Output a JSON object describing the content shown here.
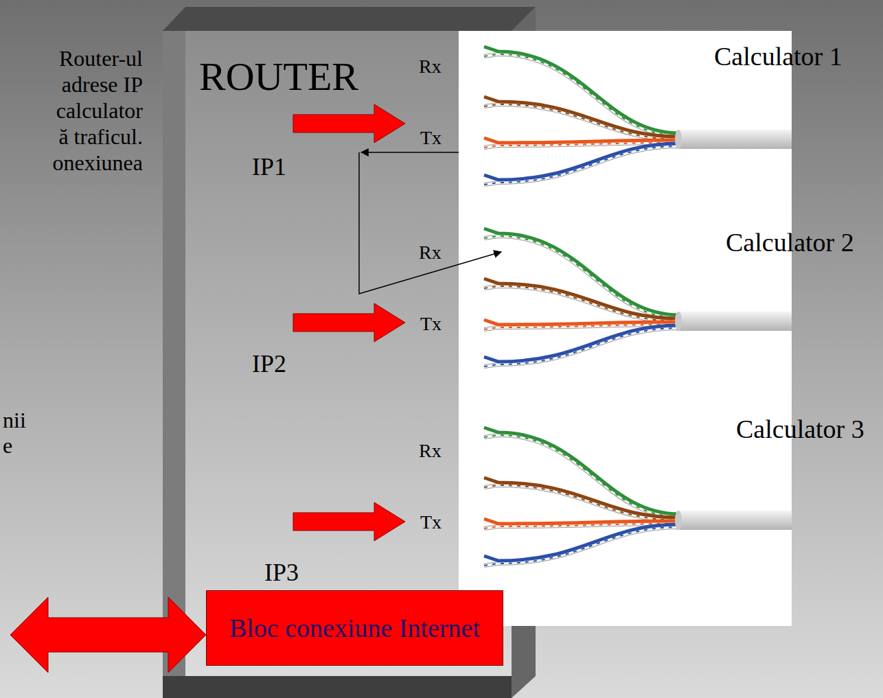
{
  "diagram": {
    "nodes": [
      {
        "text": [
          "ROUTER"
        ]
      },
      {
        "text": [
          "Bloc conexiune Internet"
        ],
        "in": 0
      }
    ],
    "labels": [
      "Router-ul adrese IP calculator ă traficul. onexiunea",
      "nii e",
      "Rx",
      "Tx",
      "IP1",
      "Rx",
      "Tx",
      "IP2",
      "Rx",
      "Tx",
      "IP3",
      "Calculator 1",
      "Calculator 2",
      "Calculator 3"
    ]
  }
}
